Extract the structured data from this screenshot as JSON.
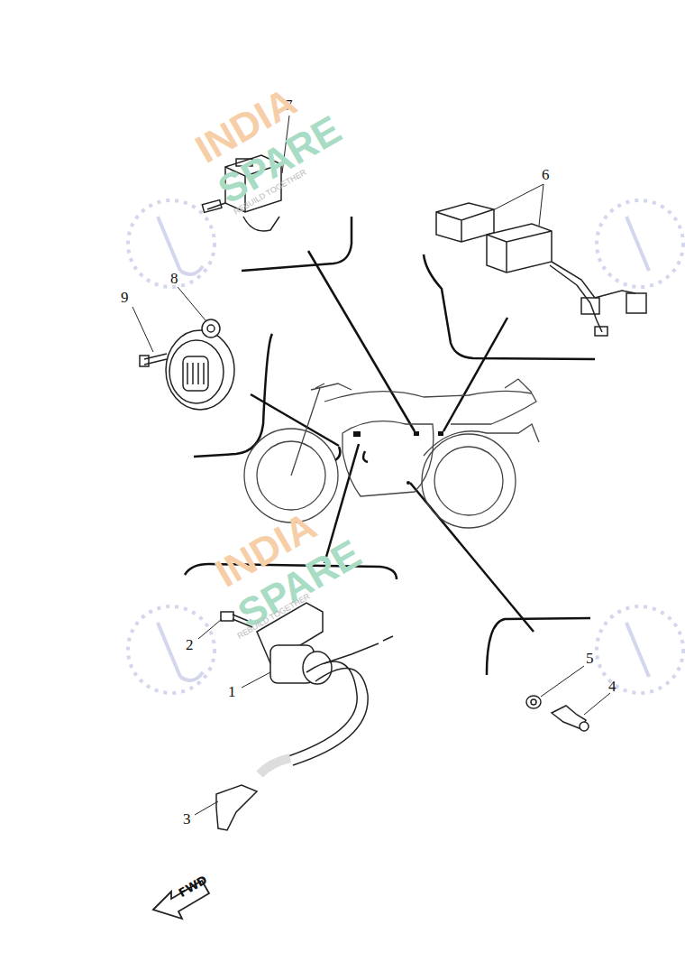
{
  "diagram": {
    "labels": [
      "7",
      "6",
      "8",
      "9",
      "2",
      "1",
      "5",
      "4",
      "3",
      "FWD",
      "INDIA",
      "SPARE",
      "REBUILD TOGETHER",
      "INDIA",
      "SPARE",
      "REBUILD TOGETHER"
    ]
  }
}
